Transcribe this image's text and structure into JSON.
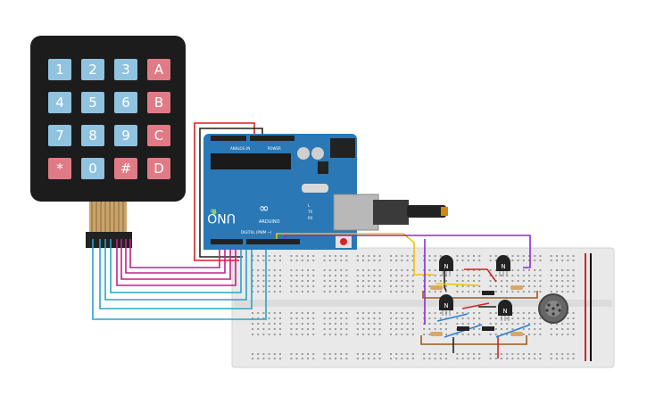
{
  "keypad": {
    "keys": [
      {
        "label": "1",
        "kind": "digit"
      },
      {
        "label": "2",
        "kind": "digit"
      },
      {
        "label": "3",
        "kind": "digit"
      },
      {
        "label": "A",
        "kind": "letter"
      },
      {
        "label": "4",
        "kind": "digit"
      },
      {
        "label": "5",
        "kind": "digit"
      },
      {
        "label": "6",
        "kind": "digit"
      },
      {
        "label": "B",
        "kind": "letter"
      },
      {
        "label": "7",
        "kind": "digit"
      },
      {
        "label": "8",
        "kind": "digit"
      },
      {
        "label": "9",
        "kind": "digit"
      },
      {
        "label": "C",
        "kind": "letter"
      },
      {
        "label": "*",
        "kind": "letter"
      },
      {
        "label": "0",
        "kind": "digit"
      },
      {
        "label": "#",
        "kind": "letter"
      },
      {
        "label": "D",
        "kind": "letter"
      }
    ]
  },
  "arduino": {
    "logo_text": "∞",
    "model_label": "UNO",
    "brand_label": "ARDUINO",
    "header_labels": {
      "analog": "ANALOG IN",
      "power": "POWER",
      "digital": "DIGITAL (PWM ~)"
    },
    "led_labels": [
      "L",
      "TX",
      "RX",
      "ON"
    ]
  },
  "transistors": {
    "label": "N"
  },
  "colors": {
    "keypad_body": "#1c1c1c",
    "key_digit": "#8fc3e0",
    "key_letter": "#e07b86",
    "board": "#2a78b5",
    "breadboard": "#e8e8e8",
    "wire_magenta": "#c2208a",
    "wire_cyan": "#2aa3c9",
    "wire_red": "#d62222",
    "wire_black": "#222222",
    "wire_yellow": "#f2c200",
    "wire_purple": "#8a2bd6",
    "wire_brown": "#9a5a22",
    "wire_blue": "#2a7fd6"
  }
}
